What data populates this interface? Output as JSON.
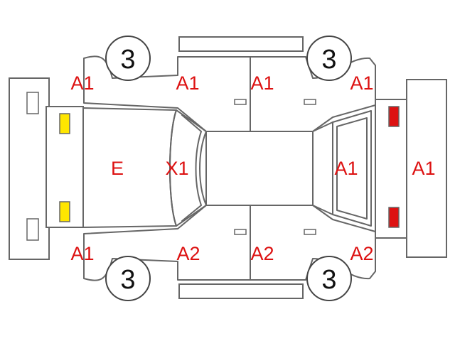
{
  "colors": {
    "outline": "#666666",
    "code_text": "#dd1111",
    "front_lamp": "#ffe600",
    "rear_lamp": "#dd1111"
  },
  "wheels": {
    "front_left": "3",
    "rear_left": "3",
    "front_right": "3",
    "rear_right": "3"
  },
  "codes": {
    "fender_top_left": "A1",
    "door_top_front": "A1",
    "door_top_rear": "A1",
    "quarter_top_right": "A1",
    "hood": "E",
    "windshield": "X1",
    "rear_window": "A1",
    "rear_bumper": "A1",
    "fender_bottom_left": "A1",
    "door_bottom_front": "A2",
    "door_bottom_rear": "A2",
    "quarter_bottom_right": "A2"
  }
}
